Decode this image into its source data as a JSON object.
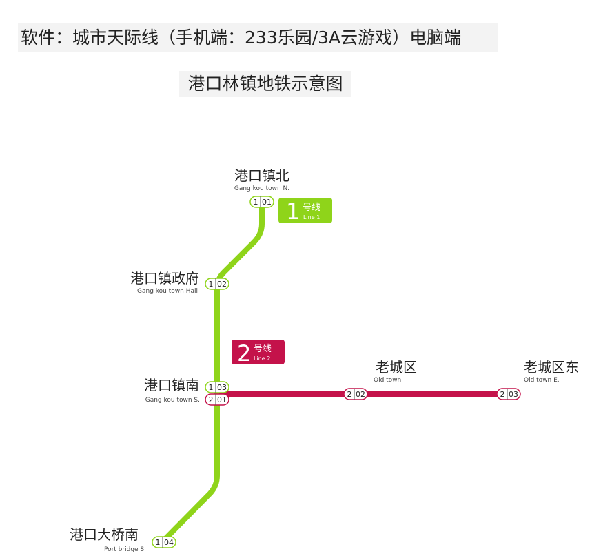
{
  "header": {
    "software_note": "软件：城市天际线（手机端：233乐园/3A云游戏）电脑端",
    "map_title": "港口林镇地铁示意图"
  },
  "colors": {
    "line1": "#8fd41a",
    "line2": "#c4124a"
  },
  "lines": [
    {
      "number": "1",
      "name_zh": "号线",
      "name_en": "Line 1"
    },
    {
      "number": "2",
      "name_zh": "号线",
      "name_en": "Line 2"
    }
  ],
  "stations": {
    "gangkou_north": {
      "zh": "港口镇北",
      "en": "Gang kou town N.",
      "codes": [
        {
          "line": "1",
          "num": "01"
        }
      ]
    },
    "gangkou_hall": {
      "zh": "港口镇政府",
      "en": "Gang kou town Hall",
      "codes": [
        {
          "line": "1",
          "num": "02"
        }
      ]
    },
    "gangkou_south": {
      "zh": "港口镇南",
      "en": "Gang kou town S.",
      "codes": [
        {
          "line": "1",
          "num": "03"
        },
        {
          "line": "2",
          "num": "01"
        }
      ]
    },
    "old_town": {
      "zh": "老城区",
      "en": "Old town",
      "codes": [
        {
          "line": "2",
          "num": "02"
        }
      ]
    },
    "old_town_east": {
      "zh": "老城区东",
      "en": "Old town E.",
      "codes": [
        {
          "line": "2",
          "num": "03"
        }
      ]
    },
    "port_bridge_south": {
      "zh": "港口大桥南",
      "en": "Port bridge S.",
      "codes": [
        {
          "line": "1",
          "num": "04"
        }
      ]
    }
  }
}
